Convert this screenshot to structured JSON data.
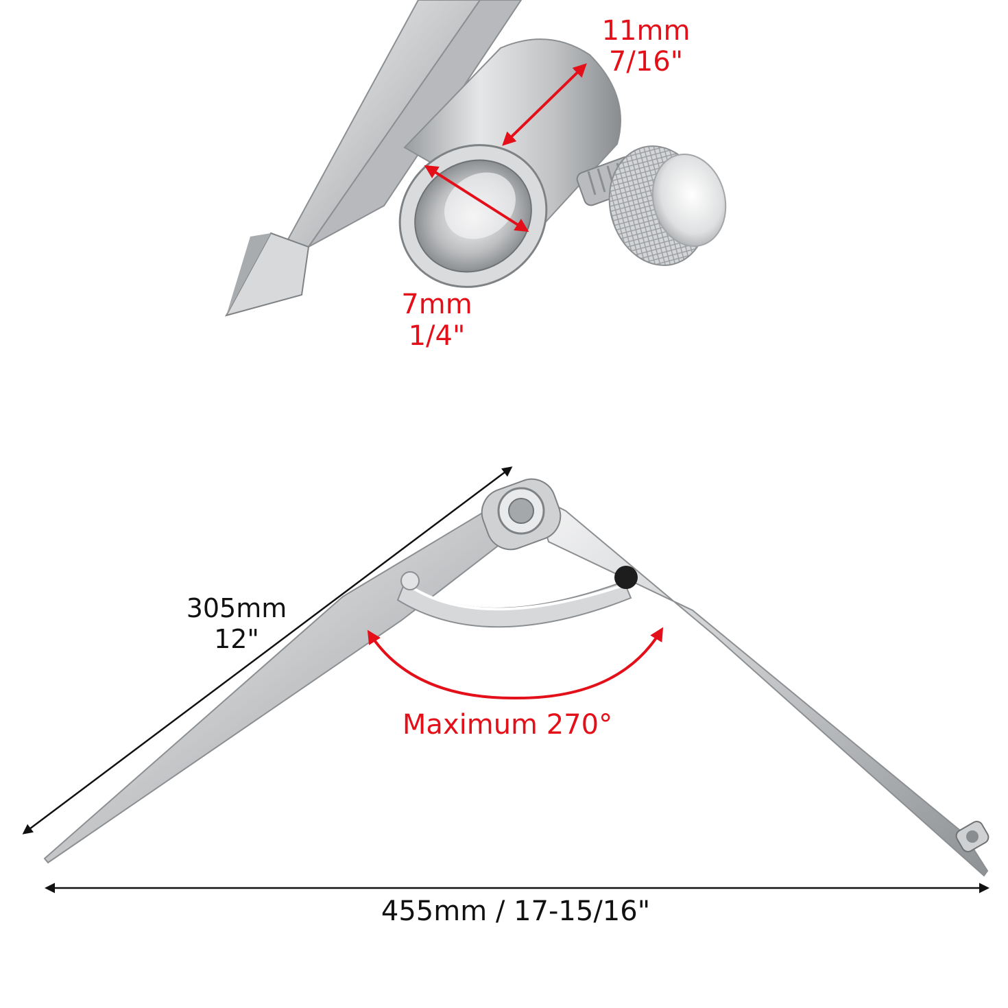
{
  "colors": {
    "background": "#ffffff",
    "accent_red": "#e3101a",
    "dimension_black": "#111111",
    "steel_light": "#e9eaeb",
    "steel_mid": "#c4c6c8",
    "steel_dark": "#8c8f92"
  },
  "detail_view": {
    "outer_diameter": {
      "metric": "11mm",
      "imperial": "7/16\""
    },
    "inner_diameter": {
      "metric": "7mm",
      "imperial": "1/4\""
    }
  },
  "main_view": {
    "leg_length": {
      "metric": "305mm",
      "imperial": "12\""
    },
    "max_angle_label": "Maximum 270°",
    "span_label": "455mm / 17-15/16\""
  }
}
